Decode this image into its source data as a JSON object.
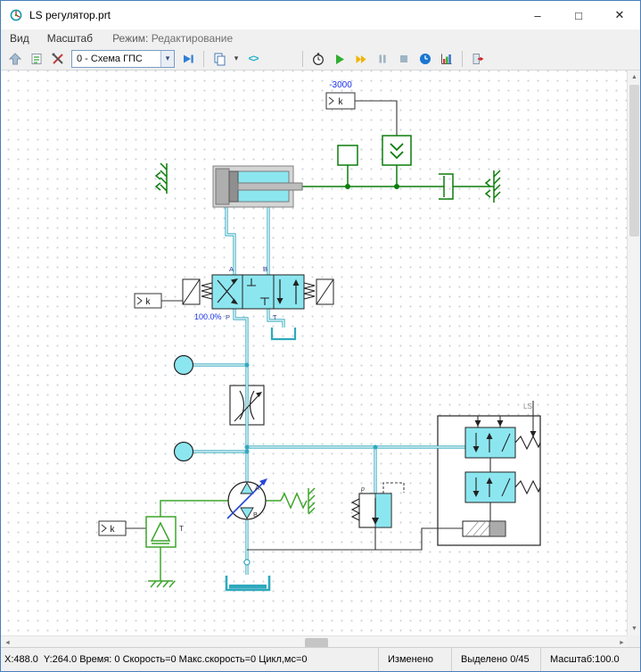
{
  "window": {
    "title": "LS регулятор.prt",
    "minimize_glyph": "–",
    "maximize_glyph": "□",
    "close_glyph": "✕"
  },
  "menu": {
    "view": "Вид",
    "zoom": "Масштаб",
    "mode_label": "Режим:",
    "mode_value": "Редактирование"
  },
  "toolbar": {
    "scheme_selector_value": "0 - Схема ГПС",
    "caret_glyph": "▾",
    "code_icon_glyph": "<>"
  },
  "canvas": {
    "labels": {
      "gain_value": "-3000",
      "k_block": "k",
      "valve_opening": "100.0%",
      "valve_port_a": "A",
      "valve_port_b": "B",
      "valve_port_p": "P",
      "valve_port_t": "T",
      "pump_port_a": "A",
      "pump_port_b": "B",
      "prime_mover": "T",
      "relief_valve": "p",
      "ls": "LS"
    }
  },
  "scrollbars": {
    "up": "▲",
    "down": "▼",
    "left": "◄",
    "right": "►"
  },
  "statusbar": {
    "position_text": "X:488.0  Y:264.0 Время: 0 Скорость=0 Макс.скорость=0 Цикл,мс=0",
    "modified": "Изменено",
    "selection": "Выделено 0/45",
    "scale": "Масштаб:100.0"
  }
}
